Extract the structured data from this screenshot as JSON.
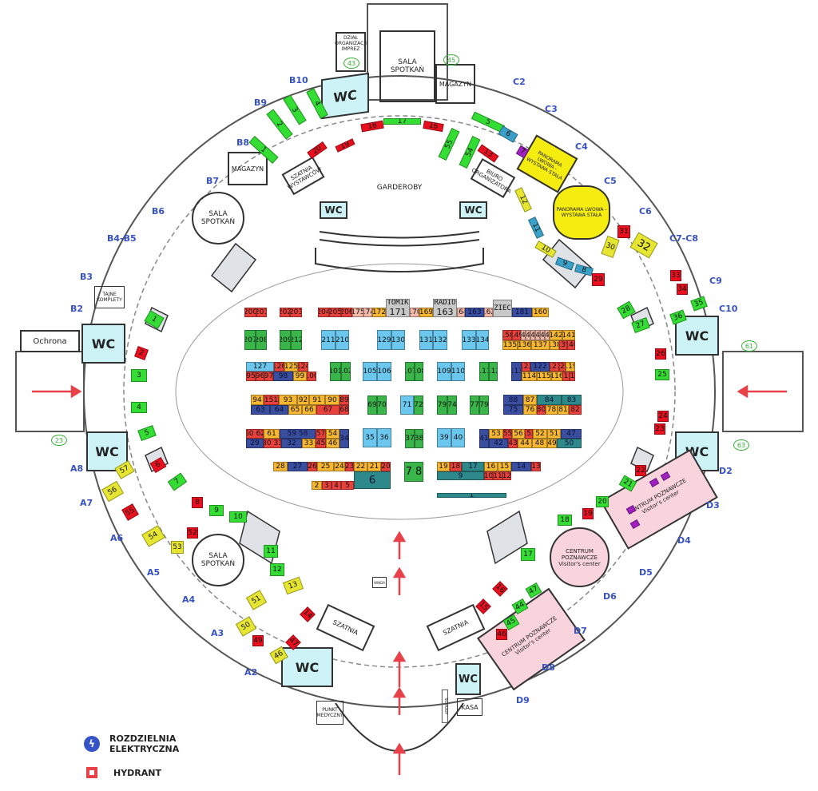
{
  "colors": {
    "R": "#e8413c",
    "Y": "#f7b733",
    "B": "#3a4ea0",
    "L": "#6cc7ef",
    "G": "#3ab54a",
    "T": "#2e8a8a",
    "P": "#f3b8a8",
    "S": "#c8c8c8",
    "RG": "#33dd33",
    "RY": "#e6e632",
    "RR": "#e8101e",
    "PU": "#a020c0",
    "C": "#3aa0c8",
    "PK": "#f9d4dc",
    "W": "#ffffff"
  },
  "booths": [
    [
      "200",
      "R"
    ],
    [
      "201",
      "R"
    ],
    [
      "202",
      "R"
    ],
    [
      "203",
      "R"
    ],
    [
      "204",
      "R"
    ],
    [
      "205",
      "R"
    ],
    [
      "206",
      "R"
    ],
    [
      "175",
      "P"
    ],
    [
      "174",
      "P"
    ],
    [
      "172",
      "Y"
    ],
    [
      "171",
      "S",
      "TOMIK"
    ],
    [
      "170",
      "P"
    ],
    [
      "169",
      "Y"
    ],
    [
      "163",
      "S",
      "RADIO"
    ],
    [
      "164",
      "P"
    ],
    [
      "163",
      "B"
    ],
    [
      "162",
      "P"
    ],
    [
      "",
      "S",
      "DZIECI"
    ],
    [
      "181",
      "B"
    ],
    [
      "160",
      "Y"
    ],
    [
      "207",
      "G"
    ],
    [
      "208",
      "G"
    ],
    [
      "209",
      "G"
    ],
    [
      "212",
      "G"
    ],
    [
      "211",
      "L"
    ],
    [
      "210",
      "L"
    ],
    [
      "129",
      "L"
    ],
    [
      "130",
      "L"
    ],
    [
      "131",
      "L"
    ],
    [
      "132",
      "L"
    ],
    [
      "133",
      "L"
    ],
    [
      "134",
      "L"
    ],
    [
      "150",
      "R"
    ],
    [
      "149",
      "R"
    ],
    [
      "148",
      "P"
    ],
    [
      "147",
      "P"
    ],
    [
      "146",
      "P"
    ],
    [
      "145",
      "P"
    ],
    [
      "144",
      "P"
    ],
    [
      "143",
      "P"
    ],
    [
      "142",
      "Y"
    ],
    [
      "141",
      "Y"
    ],
    [
      "135",
      "Y"
    ],
    [
      "136",
      "Y"
    ],
    [
      "137",
      "Y"
    ],
    [
      "138",
      "Y"
    ],
    [
      "139",
      "R"
    ],
    [
      "140",
      "R"
    ],
    [
      "127",
      "L"
    ],
    [
      "126",
      "R"
    ],
    [
      "125",
      "Y"
    ],
    [
      "124",
      "R"
    ],
    [
      "95",
      "R"
    ],
    [
      "96",
      "R"
    ],
    [
      "97",
      "R"
    ],
    [
      "98",
      "B"
    ],
    [
      "99",
      "Y"
    ],
    [
      "100",
      "R"
    ],
    [
      "101",
      "G"
    ],
    [
      "102",
      "G"
    ],
    [
      "105",
      "L"
    ],
    [
      "106",
      "L"
    ],
    [
      "107",
      "G"
    ],
    [
      "108",
      "G"
    ],
    [
      "109",
      "L"
    ],
    [
      "110",
      "L"
    ],
    [
      "111",
      "G"
    ],
    [
      "112",
      "G"
    ],
    [
      "113",
      "B"
    ],
    [
      "123",
      "R"
    ],
    [
      "122",
      "B"
    ],
    [
      "121",
      "R"
    ],
    [
      "120",
      "R"
    ],
    [
      "119",
      "Y"
    ],
    [
      "114",
      "Y"
    ],
    [
      "115",
      "Y"
    ],
    [
      "116",
      "Y"
    ],
    [
      "117",
      "R"
    ],
    [
      "118",
      "R"
    ],
    [
      "94",
      "Y"
    ],
    [
      "151",
      "R"
    ],
    [
      "93",
      "Y"
    ],
    [
      "92",
      "Y"
    ],
    [
      "91",
      "Y"
    ],
    [
      "90",
      "Y"
    ],
    [
      "89",
      "R"
    ],
    [
      "63",
      "B"
    ],
    [
      "64",
      "B"
    ],
    [
      "65",
      "Y"
    ],
    [
      "66",
      "Y"
    ],
    [
      "67",
      "R"
    ],
    [
      "68",
      "R"
    ],
    [
      "69",
      "G"
    ],
    [
      "70",
      "G"
    ],
    [
      "71",
      "L"
    ],
    [
      "72",
      "G"
    ],
    [
      "79",
      "G"
    ],
    [
      "74",
      "G"
    ],
    [
      "77",
      "G"
    ],
    [
      "79",
      "G"
    ],
    [
      "88",
      "B"
    ],
    [
      "87",
      "Y"
    ],
    [
      "84",
      "T"
    ],
    [
      "83",
      "T"
    ],
    [
      "75",
      "B"
    ],
    [
      "76",
      "Y"
    ],
    [
      "80",
      "R"
    ],
    [
      "78",
      "Y"
    ],
    [
      "81",
      "Y"
    ],
    [
      "82",
      "R"
    ],
    [
      "60 62",
      "R"
    ],
    [
      "61",
      "Y"
    ],
    [
      "59 58",
      "B"
    ],
    [
      "57",
      "R"
    ],
    [
      "54",
      "Y"
    ],
    [
      "34",
      "B"
    ],
    [
      "29",
      "B"
    ],
    [
      "30 31",
      "R"
    ],
    [
      "32",
      "B"
    ],
    [
      "33",
      "Y"
    ],
    [
      "45",
      "R"
    ],
    [
      "46",
      "Y"
    ],
    [
      "35",
      "L"
    ],
    [
      "36",
      "L"
    ],
    [
      "37",
      "G"
    ],
    [
      "38",
      "G"
    ],
    [
      "39",
      "L"
    ],
    [
      "40",
      "L"
    ],
    [
      "41",
      "B"
    ],
    [
      "53",
      "Y"
    ],
    [
      "55",
      "R"
    ],
    [
      "56",
      "Y"
    ],
    [
      "152",
      "R"
    ],
    [
      "52",
      "Y"
    ],
    [
      "51",
      "Y"
    ],
    [
      "47",
      "B"
    ],
    [
      "42",
      "B"
    ],
    [
      "43",
      "R"
    ],
    [
      "44",
      "Y"
    ],
    [
      "48",
      "Y"
    ],
    [
      "49",
      "Y"
    ],
    [
      "50",
      "T"
    ],
    [
      "28",
      "Y"
    ],
    [
      "27",
      "B"
    ],
    [
      "26",
      "R"
    ],
    [
      "25",
      "Y"
    ],
    [
      "24",
      "Y"
    ],
    [
      "23",
      "R"
    ],
    [
      "22",
      "Y"
    ],
    [
      "21",
      "Y"
    ],
    [
      "20",
      "R"
    ],
    [
      "6",
      "T"
    ],
    [
      "2",
      "Y"
    ],
    [
      "3",
      "R"
    ],
    [
      "4",
      "R"
    ],
    [
      "5",
      "R"
    ],
    [
      "7 8",
      "G"
    ],
    [
      "19",
      "Y"
    ],
    [
      "18",
      "R"
    ],
    [
      "17",
      "T"
    ],
    [
      "16",
      "Y"
    ],
    [
      "15",
      "Y"
    ],
    [
      "14",
      "B"
    ],
    [
      "13",
      "R"
    ],
    [
      "9",
      "T"
    ],
    [
      "10",
      "R"
    ],
    [
      "11",
      "R"
    ],
    [
      "12",
      "R"
    ],
    [
      "1",
      "T"
    ],
    [
      "1",
      "RG"
    ],
    [
      "2",
      "RR"
    ],
    [
      "3",
      "RG"
    ],
    [
      "4",
      "RG"
    ],
    [
      "5",
      "RG"
    ],
    [
      "6",
      "RR"
    ],
    [
      "7",
      "RG"
    ],
    [
      "8",
      "RR"
    ],
    [
      "9",
      "RG"
    ],
    [
      "10",
      "RG"
    ],
    [
      "11",
      "RG"
    ],
    [
      "12",
      "RG"
    ],
    [
      "13",
      "RY"
    ],
    [
      "14",
      "RR"
    ],
    [
      "57",
      "RY"
    ],
    [
      "56",
      "RY"
    ],
    [
      "55",
      "RR"
    ],
    [
      "54",
      "RY"
    ],
    [
      "53",
      "RY"
    ],
    [
      "52",
      "RR"
    ],
    [
      "51",
      "RY"
    ],
    [
      "50",
      "RY"
    ],
    [
      "49",
      "RR"
    ],
    [
      "47",
      "RR"
    ],
    [
      "46",
      "RY"
    ],
    [
      "20",
      "RR"
    ],
    [
      "19",
      "RR"
    ],
    [
      "18",
      "RR"
    ],
    [
      "17",
      "RG"
    ],
    [
      "16",
      "RR"
    ],
    [
      "55",
      "RG"
    ],
    [
      "54",
      "RG"
    ],
    [
      "13",
      "RR"
    ],
    [
      "5",
      "RG"
    ],
    [
      "6",
      "C"
    ],
    [
      "7",
      "PU"
    ],
    [
      "1",
      "RG"
    ],
    [
      "2",
      "RG"
    ],
    [
      "3",
      "RG"
    ],
    [
      "4",
      "RG"
    ],
    [
      "12",
      "RY"
    ],
    [
      "11",
      "C"
    ],
    [
      "10",
      "RY"
    ],
    [
      "9",
      "C"
    ],
    [
      "8",
      "C"
    ],
    [
      "29",
      "RR"
    ],
    [
      "31",
      "RR"
    ],
    [
      "30",
      "RY"
    ],
    [
      "32",
      "RY"
    ],
    [
      "33",
      "RR"
    ],
    [
      "34",
      "RR"
    ],
    [
      "35",
      "RG"
    ],
    [
      "36",
      "RG"
    ],
    [
      "28",
      "RG"
    ],
    [
      "27",
      "RG"
    ],
    [
      "26",
      "RR"
    ],
    [
      "25",
      "RG"
    ],
    [
      "24",
      "RR"
    ],
    [
      "23",
      "RR"
    ],
    [
      "22",
      "RR"
    ],
    [
      "21",
      "RG"
    ],
    [
      "20",
      "RG"
    ],
    [
      "19",
      "RR"
    ],
    [
      "18",
      "RG"
    ],
    [
      "17",
      "RG"
    ],
    [
      "16",
      "RR"
    ],
    [
      "15",
      "RR"
    ],
    [
      "47",
      "RG"
    ],
    [
      "44",
      "RG"
    ],
    [
      "45",
      "RG"
    ],
    [
      "46",
      "RR"
    ],
    [
      "",
      "PU"
    ],
    [
      "",
      "PU"
    ],
    [
      "",
      "PU"
    ],
    [
      "",
      "PU"
    ]
  ],
  "rooms": {
    "wc": "WC",
    "sala_spotkan": "SALA SPOTKAŃ",
    "magazyn": "MAGAZYN",
    "dzial": "DZIAŁ ORGANIZACJI IMPREZ",
    "szatnia_wystawcow": "SZATNIA WYSTAWCÓW",
    "garderoby": "GARDEROBY",
    "biuro": "BIURO ORGANIZATORA",
    "panorama": "PANORAMA LWOWA - WYSTAWA STAŁA",
    "centrum": "CENTRUM POZNAWCZE",
    "centrum_en": "Visitor's center",
    "ochrona": "Ochrona",
    "tajne": "TAJNE KOMPLETY",
    "szatnia": "SZATNIA",
    "punkt": "PUNKT MEDYCZNY",
    "kasa": "KASA",
    "winda": "WINDA",
    "schody": "SCHODY"
  },
  "room_numbers": [
    "43",
    "45",
    "23",
    "61",
    "63"
  ],
  "doors": [
    "B10",
    "B9",
    "B8",
    "B7",
    "B6",
    "B4-B5",
    "B3",
    "B2",
    "A8",
    "A7",
    "A6",
    "A5",
    "A4",
    "A3",
    "A2",
    "C2",
    "C3",
    "C4",
    "C5",
    "C6",
    "C7-C8",
    "C9",
    "C10",
    "D2",
    "D3",
    "D4",
    "D5",
    "D6",
    "D7",
    "D8",
    "D9"
  ],
  "legend": {
    "electric": "ROZDZIELNIA ELEKTRYCZNA",
    "electric_icon": "lightning-icon",
    "hydrant": "HYDRANT",
    "hydrant_icon": "hydrant-icon"
  }
}
